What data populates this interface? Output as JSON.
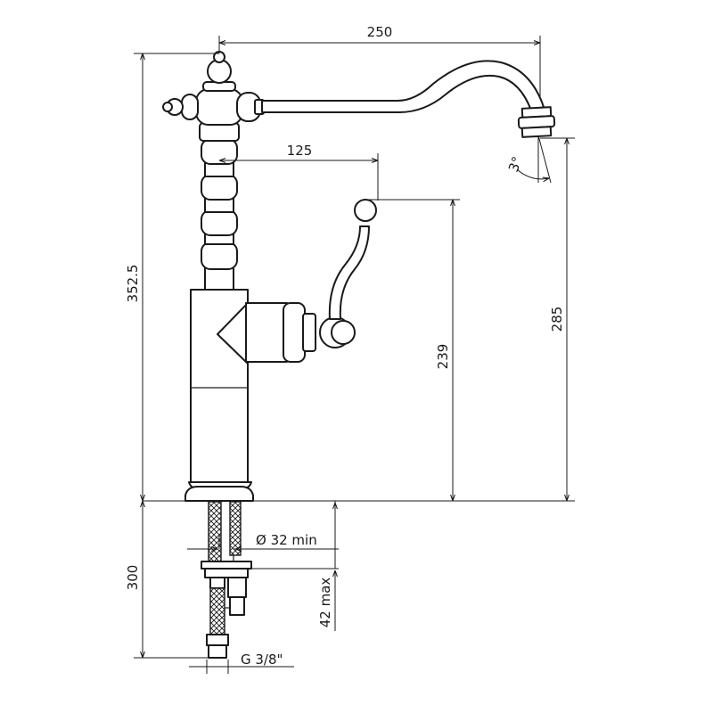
{
  "dimensions": {
    "spout_reach": "250",
    "handle_offset": "125",
    "total_height": "352.5",
    "outlet_height": "285",
    "handle_height": "239",
    "hose_length": "300",
    "hole_diameter": "Ø 32 min",
    "deck_thickness": "42 max",
    "thread": "G 3/8\"",
    "spout_angle": "3°"
  },
  "colors": {
    "line": "#1a1a1a",
    "background": "#ffffff"
  }
}
